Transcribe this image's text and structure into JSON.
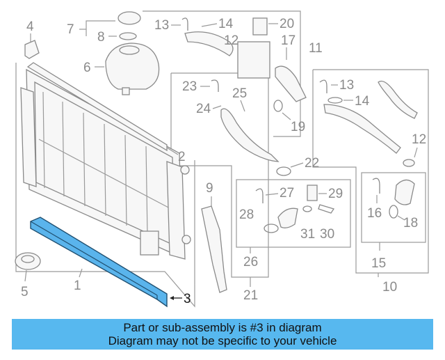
{
  "callouts": {
    "c1": "1",
    "c2": "2",
    "c3": "3",
    "c4": "4",
    "c5": "5",
    "c6": "6",
    "c7": "7",
    "c8": "8",
    "c9": "9",
    "c10": "10",
    "c11": "11",
    "c12": "12",
    "c13": "13",
    "c14": "14",
    "c15": "15",
    "c16": "16",
    "c17": "17",
    "c18": "18",
    "c19": "19",
    "c20": "20",
    "c21": "21",
    "c22": "22",
    "c23": "23",
    "c24": "24",
    "c25": "25",
    "c26": "26",
    "c27": "27",
    "c28": "28",
    "c29": "29",
    "c30": "30",
    "c31": "31"
  },
  "banner": {
    "line1": "Part or sub-assembly is #3 in diagram",
    "line2": "Diagram may not be specific to your vehicle"
  },
  "colors": {
    "highlight": "#5ab4ec",
    "banner": "#57b8ef",
    "linework": "#8a8a8a"
  }
}
